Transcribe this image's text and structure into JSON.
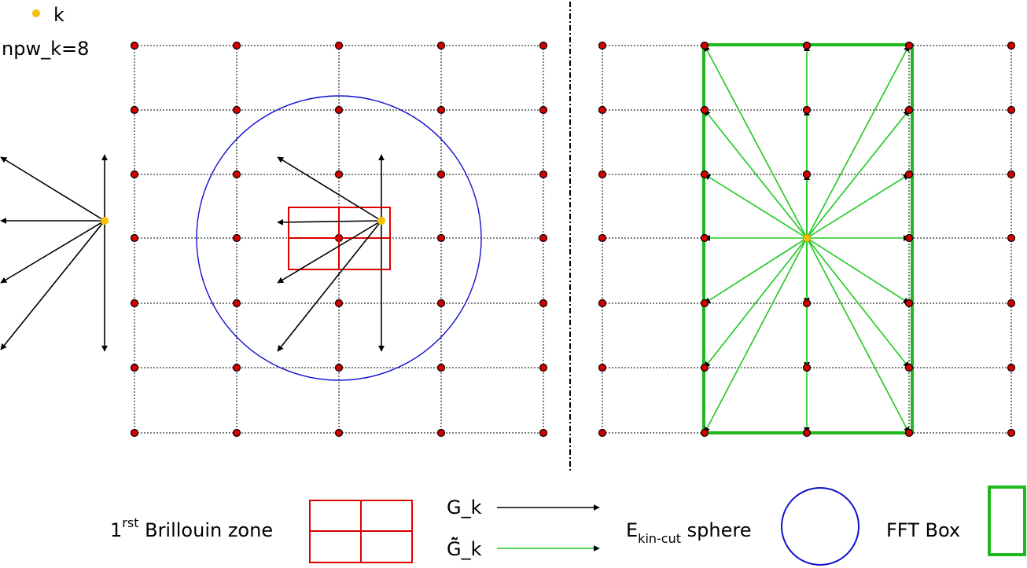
{
  "legend_top": {
    "k_label": "k",
    "npw_label": "npw_k=8"
  },
  "legend_bottom": {
    "bz_number": "1",
    "bz_superscript": "rst",
    "bz_text": " Brillouin zone",
    "gk_label": "G_k",
    "gtilde_label": "G̃̃_k",
    "ekin_main": "E",
    "ekin_sub": "kin-cut",
    "ekin_text": " sphere",
    "fft_label": "FFT Box"
  },
  "colors": {
    "k_point": "#f5c000",
    "lattice_point": "#d40000",
    "brillouin_zone": "#e00000",
    "cutoff_sphere": "#1010d0",
    "fft_box": "#1fb81f",
    "g_arrow": "#000000",
    "gtilde_arrow": "#1fc81f"
  }
}
